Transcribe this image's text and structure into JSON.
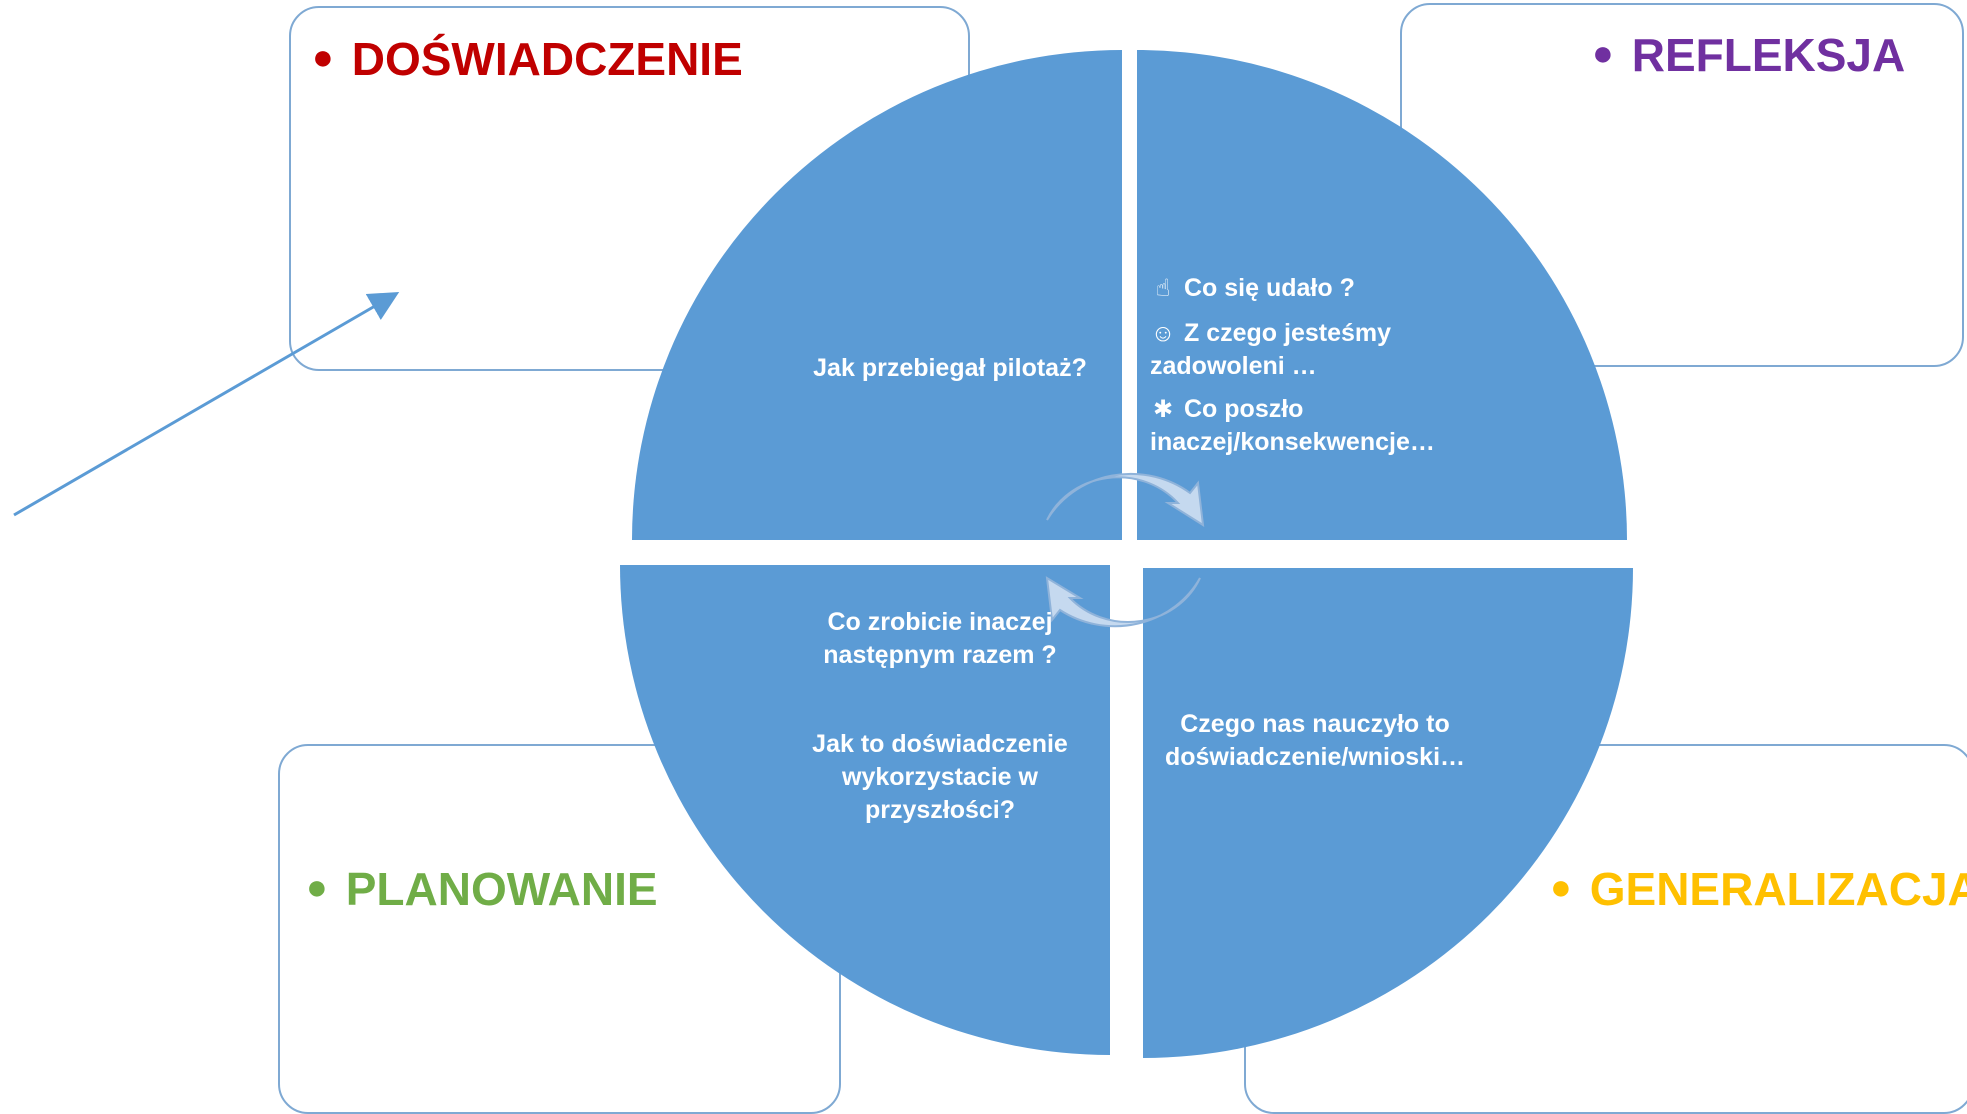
{
  "stages": {
    "experience": {
      "label": "DOŚWIADCZENIE",
      "color": "#c00000"
    },
    "reflection": {
      "label": "REFLEKSJA",
      "color": "#7030a0"
    },
    "planning": {
      "label": "PLANOWANIE",
      "color": "#70ad47"
    },
    "generalization": {
      "label": "GENERALIZACJA",
      "color": "#ffc000"
    }
  },
  "quadrants": {
    "top_left": {
      "text": "Jak przebiegał pilotaż?"
    },
    "top_right": {
      "item1": {
        "icon": "thumbs-up-icon",
        "text": "Co się udało ?"
      },
      "item2": {
        "icon": "smiley-icon",
        "line1": "Z czego jesteśmy",
        "line2": "zadowoleni …"
      },
      "item3": {
        "icon": "bomb-icon",
        "line1": "Co poszło",
        "line2": "inaczej/konsekwencje…"
      }
    },
    "bottom_left": {
      "q1_line1": "Co zrobicie inaczej",
      "q1_line2": "następnym razem ?",
      "q2_line1": "Jak to doświadczenie",
      "q2_line2": "wykorzystacie w",
      "q2_line3": "przyszłości?"
    },
    "bottom_right": {
      "line1": "Czego nas nauczyło to",
      "line2": "doświadczenie/wnioski…"
    }
  },
  "colors": {
    "circle_fill": "#5b9bd5",
    "box_border": "#7fa9d3",
    "arrow_fill": "#c5d9ef",
    "arrow_stroke": "#8fb3da",
    "line": "#5b9bd5"
  }
}
